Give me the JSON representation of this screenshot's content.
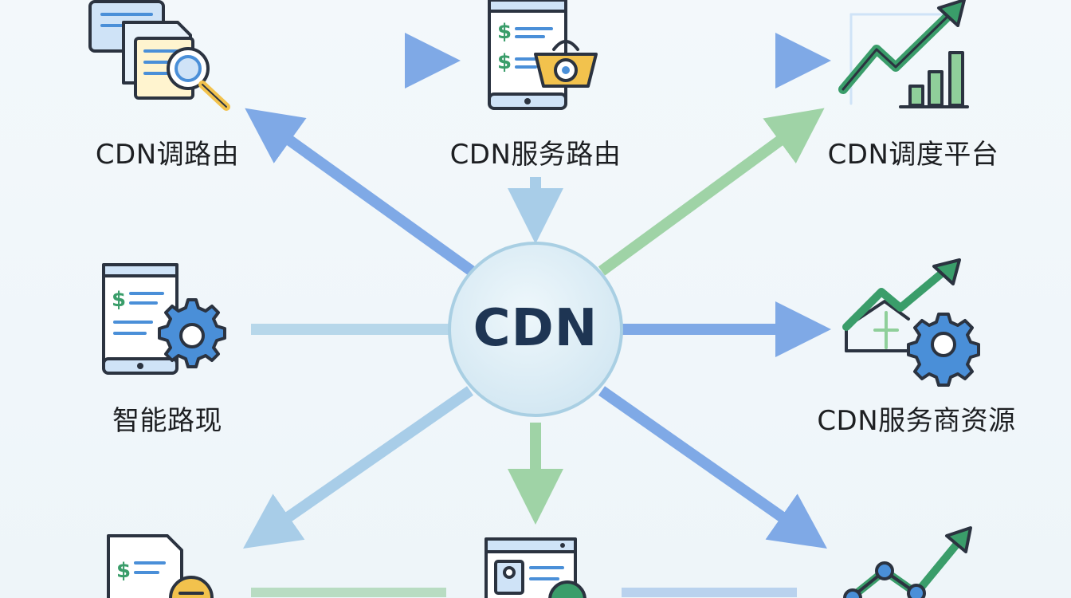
{
  "hub": {
    "label": "CDN"
  },
  "nodes": [
    {
      "id": "top-left",
      "label": "CDN调路由",
      "icon": "documents-search-icon"
    },
    {
      "id": "top-center",
      "label": "CDN服务路由",
      "icon": "tablet-billing-basket-icon"
    },
    {
      "id": "top-right",
      "label": "CDN调度平台",
      "icon": "growth-chart-icon"
    },
    {
      "id": "mid-left",
      "label": "智能路现",
      "icon": "tablet-gear-icon"
    },
    {
      "id": "mid-right",
      "label": "CDN服务商资源",
      "icon": "trend-gear-icon"
    },
    {
      "id": "bottom-left",
      "label": "",
      "icon": "document-coin-icon"
    },
    {
      "id": "bottom-center",
      "label": "",
      "icon": "browser-profile-icon"
    },
    {
      "id": "bottom-right",
      "label": "",
      "icon": "network-trend-icon"
    }
  ],
  "colors": {
    "blue_arrow": "#7fa9e6",
    "light_blue_arrow": "#a8cde8",
    "green_arrow": "#9fd3a6",
    "hub_fill": "#dcedf6",
    "hub_stroke": "#a9cfe3",
    "icon_blue": "#4a8fd8",
    "icon_green": "#3a9d6a",
    "icon_dark": "#2b3340",
    "icon_yellow": "#f2c24d"
  }
}
